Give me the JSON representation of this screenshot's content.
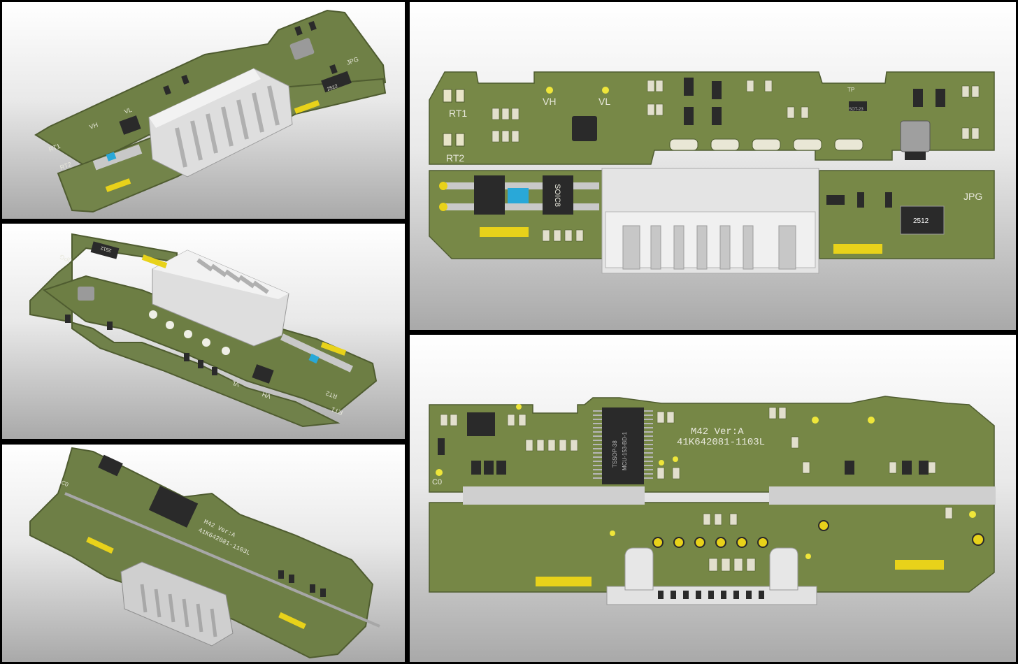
{
  "labels": {
    "rt1": "RT1",
    "rt2": "RT2",
    "vh": "VH",
    "vl": "VL",
    "jpg": "JPG",
    "c0": "C0",
    "res_2512": "2512",
    "soic": "SOIC8",
    "sot23": "SOT-23",
    "tp": "TP",
    "tssop": "TSSOP-38",
    "tssop_part": "MCU-153-BD-1",
    "board_name": "M42 Ver:A",
    "board_pn": "41K642081-1103L"
  },
  "colors": {
    "pcb": "#7a8a4e",
    "pcb_dark": "#5f6e3a",
    "silk": "#e8e8dc",
    "pad": "#e8d21a",
    "connector": "#dcdcdc",
    "ic": "#2a2a2a",
    "led": "#29a8d8"
  }
}
